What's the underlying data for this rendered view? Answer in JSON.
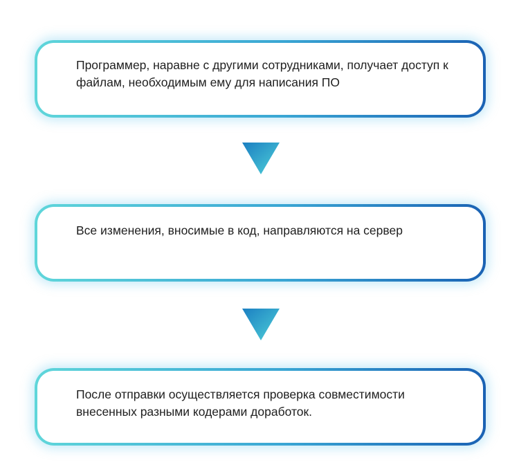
{
  "steps": [
    {
      "text": "Программер, наравне с другими сотрудниками, получает доступ к файлам, необходимым ему для написания ПО"
    },
    {
      "text": "Все изменения, вносимые в код, направляются на сервер"
    },
    {
      "text": "После отправки осуществляется проверка совместимости внесенных разными кодерами доработок."
    }
  ],
  "colors": {
    "border_start": "#5fd6da",
    "border_end": "#1a62b4",
    "arrow_top": "#1f8fc8",
    "arrow_bottom": "#4cc9d6",
    "text": "#1f1f1f"
  }
}
